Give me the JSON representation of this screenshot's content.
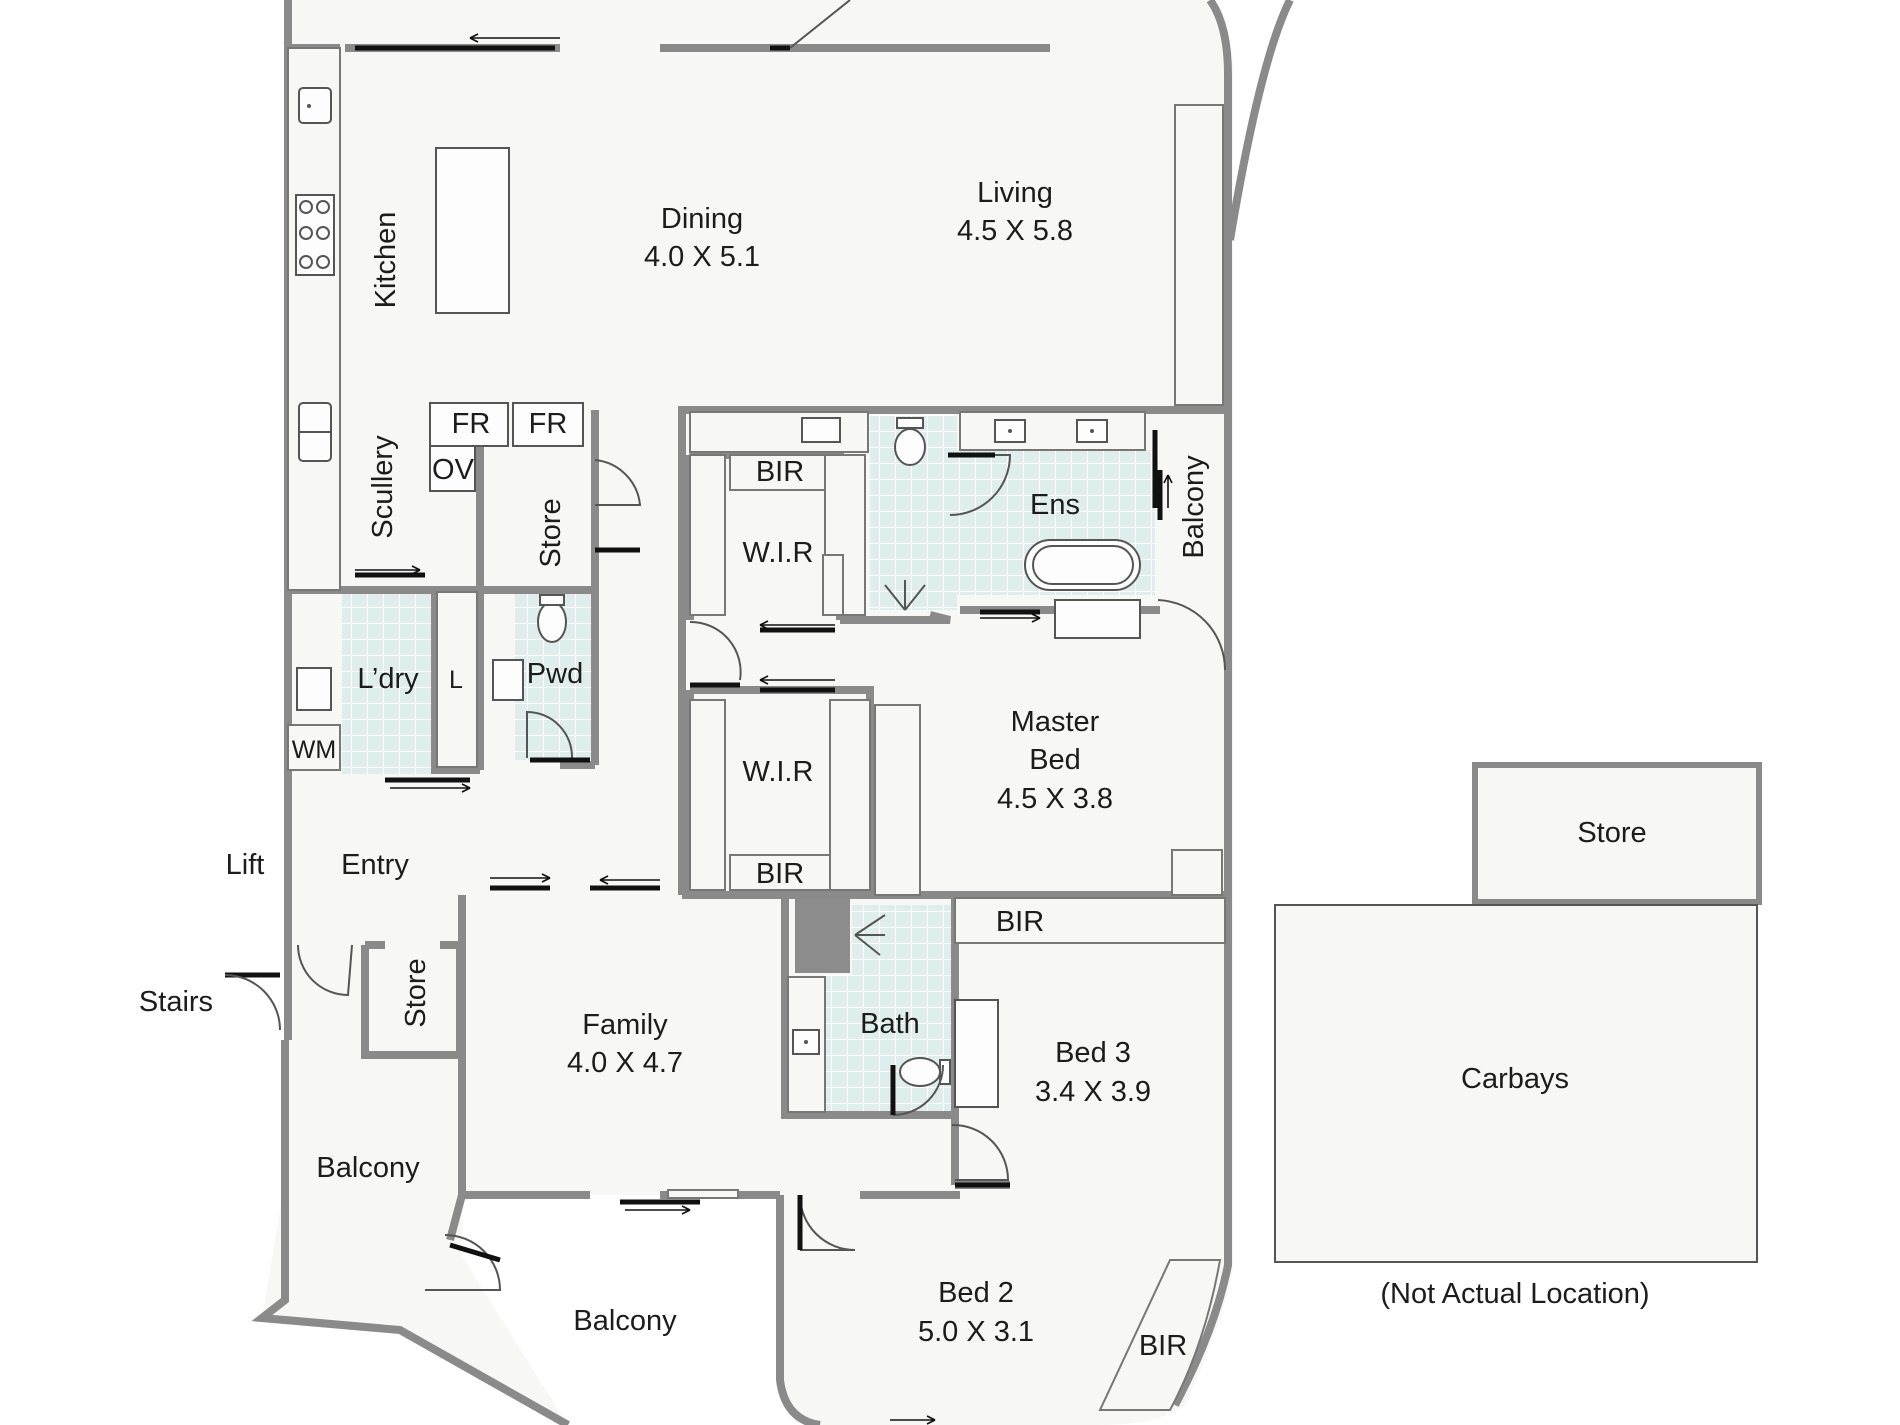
{
  "colors": {
    "wall": "#8a8a8a",
    "floor": "#f7f7f6",
    "wet_tile": "#dfeeed",
    "background": "#ffffff",
    "text": "#1c1c1c"
  },
  "rooms": {
    "dining": {
      "name": "Dining",
      "size": "4.0 X 5.1"
    },
    "living": {
      "name": "Living",
      "size": "4.5 X 5.8"
    },
    "kitchen": {
      "name": "Kitchen"
    },
    "scullery": {
      "name": "Scullery"
    },
    "fr1": {
      "name": "FR"
    },
    "fr2": {
      "name": "FR"
    },
    "ov": {
      "name": "OV"
    },
    "store_upper": {
      "name": "Store"
    },
    "laundry": {
      "name": "L’dry"
    },
    "linen": {
      "name": "L"
    },
    "pwd": {
      "name": "Pwd"
    },
    "wm": {
      "name": "WM"
    },
    "bir_top": {
      "name": "BIR"
    },
    "wir_top": {
      "name": "W.I.R"
    },
    "ens": {
      "name": "Ens"
    },
    "balcony_side": {
      "name": "Balcony"
    },
    "wir_mid": {
      "name": "W.I.R"
    },
    "bir_mid": {
      "name": "BIR"
    },
    "master": {
      "name_line1": "Master",
      "name_line2": "Bed",
      "size": "4.5 X 3.8"
    },
    "lift": {
      "name": "Lift"
    },
    "entry": {
      "name": "Entry"
    },
    "stairs": {
      "name": "Stairs"
    },
    "store_entry": {
      "name": "Store"
    },
    "family": {
      "name": "Family",
      "size": "4.0 X 4.7"
    },
    "bath": {
      "name": "Bath"
    },
    "bir_bed3": {
      "name": "BIR"
    },
    "bed3": {
      "name": "Bed 3",
      "size": "3.4 X 3.9"
    },
    "balcony_west": {
      "name": "Balcony"
    },
    "balcony_south": {
      "name": "Balcony"
    },
    "bed2": {
      "name": "Bed 2",
      "size": "5.0 X 3.1"
    },
    "bir_bed2": {
      "name": "BIR"
    }
  },
  "outbuildings": {
    "store": {
      "name": "Store"
    },
    "carbays": {
      "name": "Carbays"
    },
    "note": "(Not Actual Location)"
  }
}
